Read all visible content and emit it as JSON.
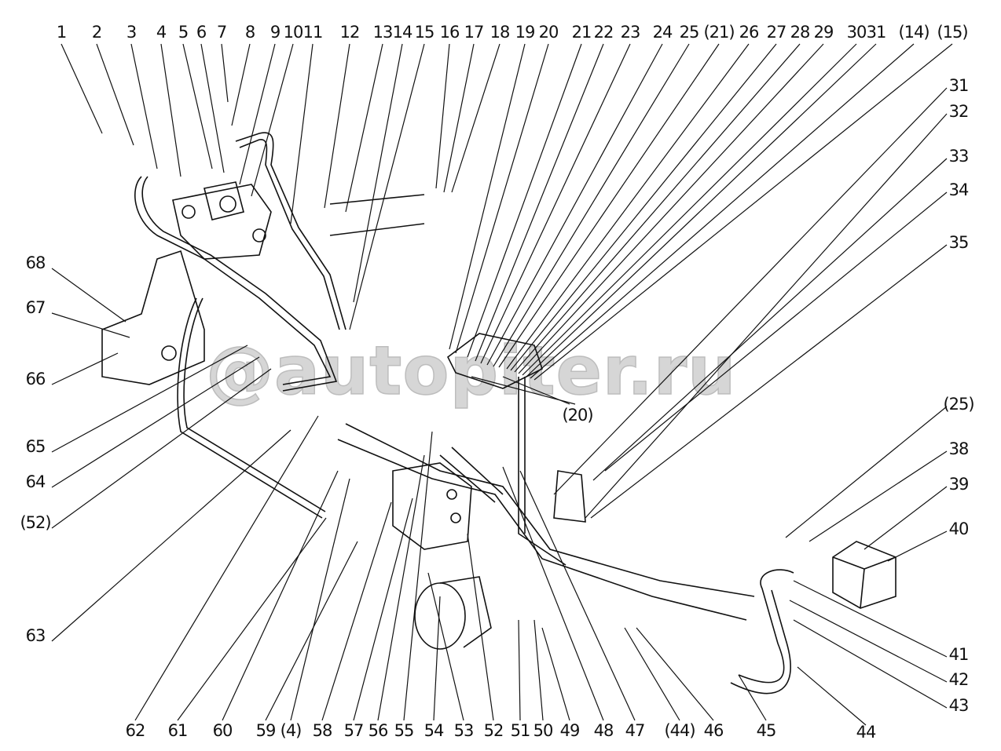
{
  "labels": {
    "top": [
      "1",
      "2",
      "3",
      "4",
      "5",
      "6",
      "7",
      "8",
      "9",
      "10",
      "11",
      "12",
      "13",
      "14",
      "15",
      "16",
      "17",
      "18",
      "19",
      "20",
      "21",
      "22",
      "23",
      "24",
      "25",
      "(21)",
      "26",
      "27",
      "28",
      "29",
      "30",
      "31",
      "(14)",
      "(15)"
    ],
    "right": [
      "31",
      "32",
      "33",
      "34",
      "35",
      "(25)",
      "38",
      "39",
      "40",
      "41",
      "42",
      "43",
      "44"
    ],
    "bottom": [
      "62",
      "61",
      "60",
      "59",
      "(4)",
      "58",
      "57",
      "56",
      "55",
      "54",
      "53",
      "52",
      "51",
      "50",
      "49",
      "48",
      "47",
      "(44)",
      "46",
      "45"
    ],
    "left": [
      "68",
      "67",
      "66",
      "65",
      "64",
      "(52)",
      "63"
    ],
    "extra": [
      "(20)"
    ]
  },
  "watermark": "@autopiter.ru",
  "colors": {
    "ink": "#111111",
    "watermark": "#cfcfcf"
  }
}
